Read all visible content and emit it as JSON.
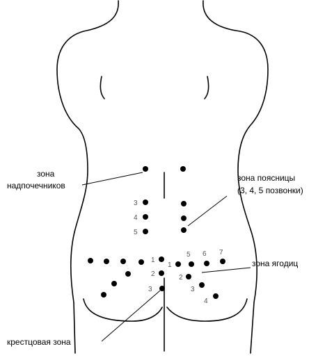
{
  "labels": {
    "adrenal_line1": "зона",
    "adrenal_line2": "надпочечников",
    "lumbar_line1": "зона поясницы",
    "lumbar_line2": "(3, 4, 5 позвонки)",
    "gluteal": "зона ягодиц",
    "sacral": "крестцовая зона"
  },
  "numbers": {
    "lumbar": [
      "3",
      "4",
      "5"
    ],
    "sacral": [
      "1",
      "2",
      "3"
    ],
    "gluteal_upper": [
      "1",
      "5",
      "6",
      "7"
    ],
    "gluteal_lower": [
      "2",
      "3",
      "4"
    ]
  },
  "colors": {
    "ink": "#000000",
    "numbers": "#555555",
    "background": "#ffffff"
  }
}
